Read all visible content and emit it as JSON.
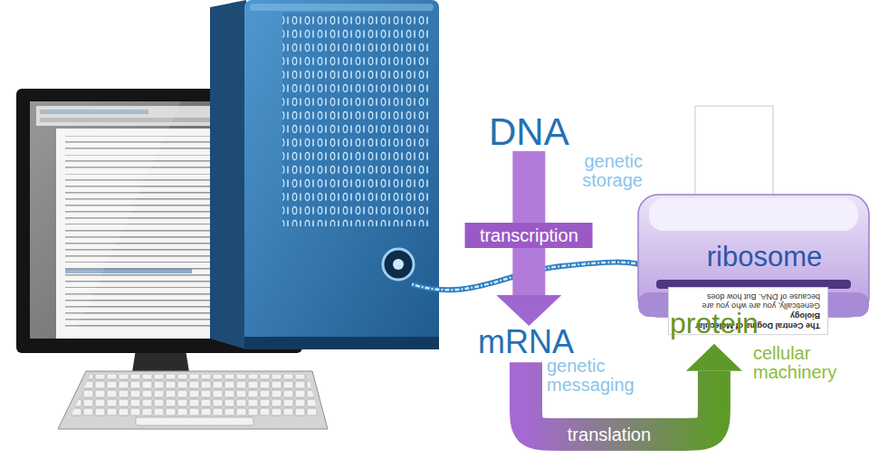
{
  "diagram": {
    "nodes": [
      {
        "text": [
          "DNA",
          "genetic storage"
        ]
      },
      {
        "text": [
          "mRNA",
          "genetic messaging"
        ]
      },
      {
        "text": [
          "ribosome"
        ]
      },
      {
        "text": [
          "The Central Dogma of Molecular Biology",
          "Genetically, you are who you are because of DNA. But how does"
        ],
        "in": 2
      },
      {
        "text": [
          "protein",
          "cellular machinery"
        ]
      }
    ],
    "edges": [
      {
        "from": 0,
        "to": 1,
        "arrow": "to",
        "label": "transcription"
      },
      {
        "from": 1,
        "to": 4,
        "arrow": "to",
        "label": "translation"
      },
      {
        "from": 3,
        "to": 4,
        "arrow": "to"
      }
    ]
  }
}
